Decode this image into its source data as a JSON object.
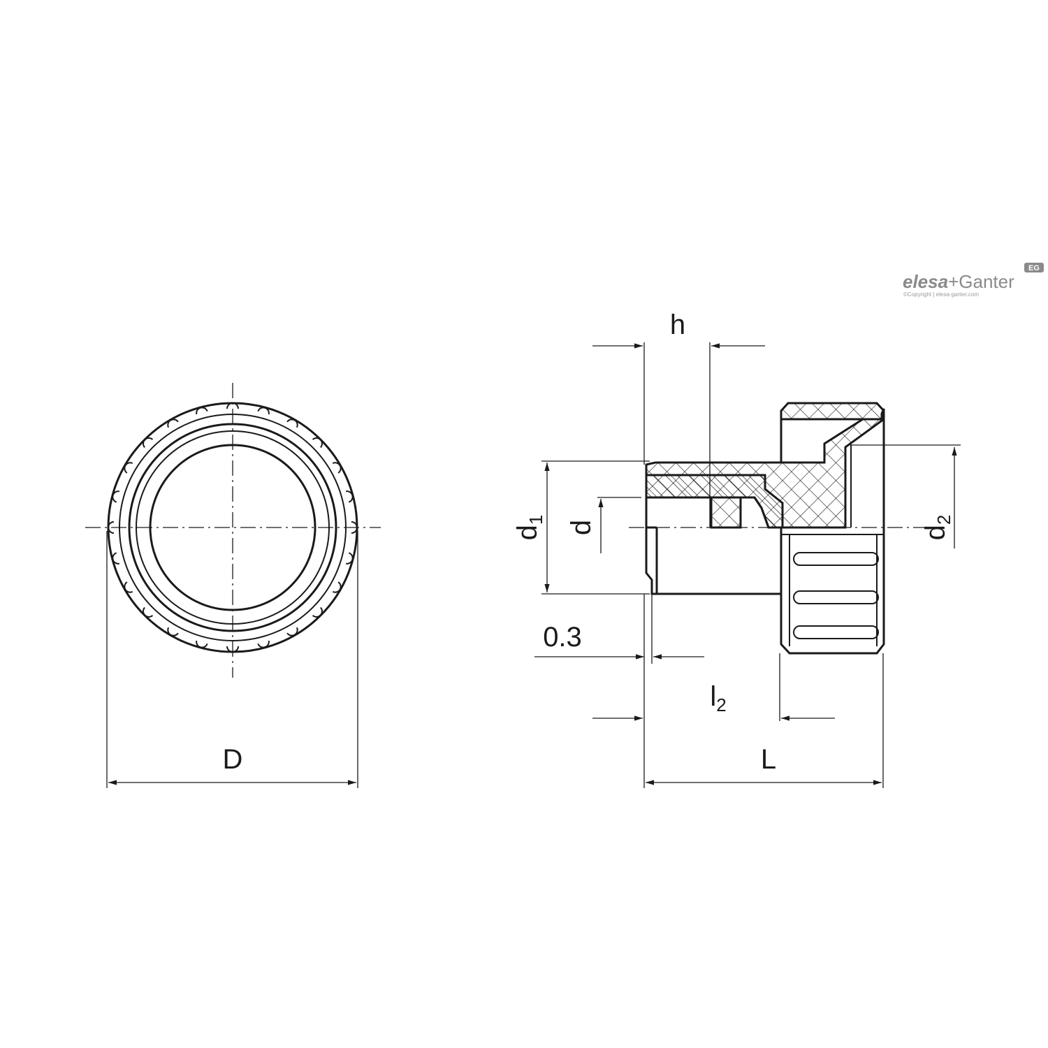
{
  "labels": {
    "D": "D",
    "L": "L",
    "h": "h",
    "l2_base": "l",
    "l2_sub": "2",
    "d1_base": "d",
    "d1_sub": "1",
    "d": "d",
    "d2_base": "d",
    "d2_sub": "2",
    "gap": "0.3"
  },
  "logo": {
    "name_bold": "elesa",
    "name_plus": "+",
    "name_rest": "Ganter",
    "badge": "EG",
    "copyright": "©Copyright | elesa-ganter.com"
  },
  "colors": {
    "line": "#1a1a1a",
    "logo": "#8a8a8a"
  }
}
